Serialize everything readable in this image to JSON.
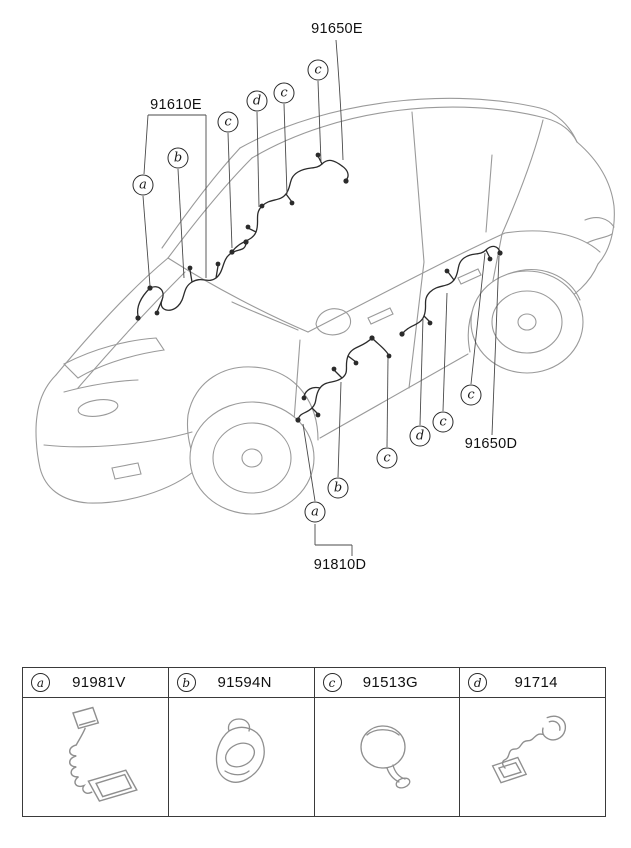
{
  "diagram": {
    "part_labels": {
      "l91650E": "91650E",
      "l91610E": "91610E",
      "l91650D": "91650D",
      "l91810D": "91810D"
    },
    "callouts": [
      {
        "letter": "a"
      },
      {
        "letter": "b"
      },
      {
        "letter": "c"
      },
      {
        "letter": "d"
      },
      {
        "letter": "c"
      },
      {
        "letter": "c"
      },
      {
        "letter": "a"
      },
      {
        "letter": "b"
      },
      {
        "letter": "c"
      },
      {
        "letter": "d"
      },
      {
        "letter": "c"
      },
      {
        "letter": "c"
      }
    ]
  },
  "legend": {
    "items": [
      {
        "letter": "a",
        "part_number": "91981V",
        "icon": "wire-grommet-with-bracket"
      },
      {
        "letter": "b",
        "part_number": "91594N",
        "icon": "door-boot-grommet"
      },
      {
        "letter": "c",
        "part_number": "91513G",
        "icon": "round-grommet"
      },
      {
        "letter": "d",
        "part_number": "91714",
        "icon": "corrugated-wire-boot"
      }
    ]
  }
}
